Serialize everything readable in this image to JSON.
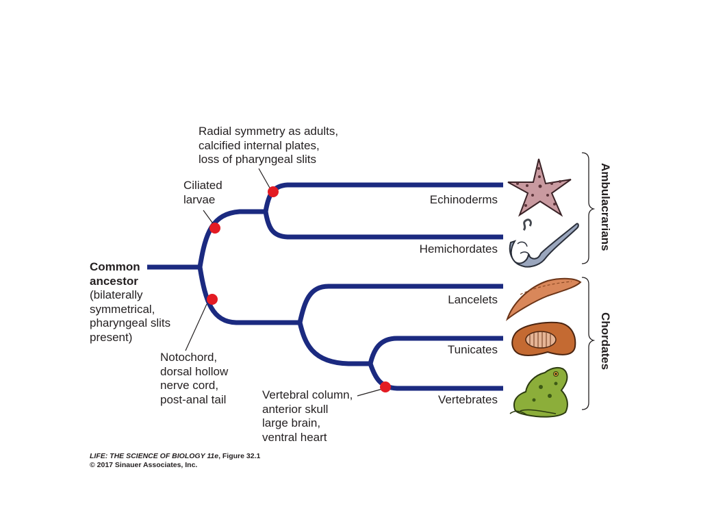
{
  "root": {
    "title": "Common\nancestor",
    "detail": "(bilaterally\nsymmetrical,\npharyngeal slits\npresent)"
  },
  "nodes": {
    "ambulacrarian": "Ciliated\nlarvae",
    "echinoderm": "Radial symmetry as adults,\ncalcified internal plates,\nloss of pharyngeal slits",
    "chordate": "Notochord,\ndorsal hollow\nnerve cord,\npost-anal tail",
    "vertebrate": "Vertebral column,\nanterior skull\nlarge brain,\nventral heart"
  },
  "taxa": [
    "Echinoderms",
    "Hemichordates",
    "Lancelets",
    "Tunicates",
    "Vertebrates"
  ],
  "groups": [
    "Ambulacrarians",
    "Chordates"
  ],
  "credit": {
    "book": "LIFE: THE SCIENCE OF BIOLOGY 11e",
    "figure": ", Figure 32.1",
    "copyright": "© 2017 Sinauer Associates, Inc."
  },
  "colors": {
    "branch": "#1b2a80",
    "synapomorphy_dot": "#e31b23"
  },
  "icons": [
    "starfish-icon",
    "acorn-worm-icon",
    "lancelet-icon",
    "tunicate-icon",
    "frog-icon"
  ]
}
